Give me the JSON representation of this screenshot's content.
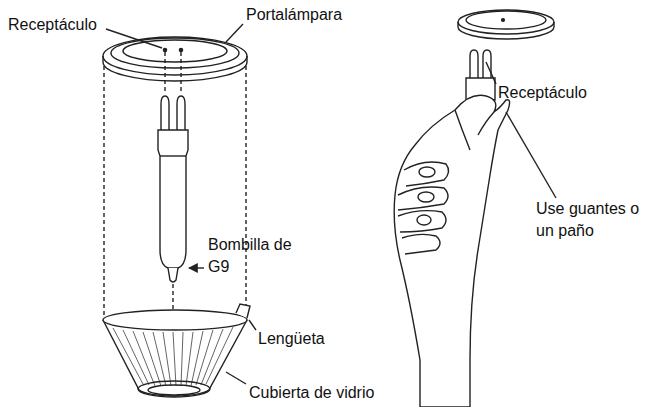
{
  "diagram": {
    "labels": [
      "Receptáculo",
      "Portalámpara",
      "Bombilla de G9",
      "Lengüeta",
      "Cubierta de vidrio",
      "Receptáculo",
      "Use guantes o un paño"
    ]
  }
}
